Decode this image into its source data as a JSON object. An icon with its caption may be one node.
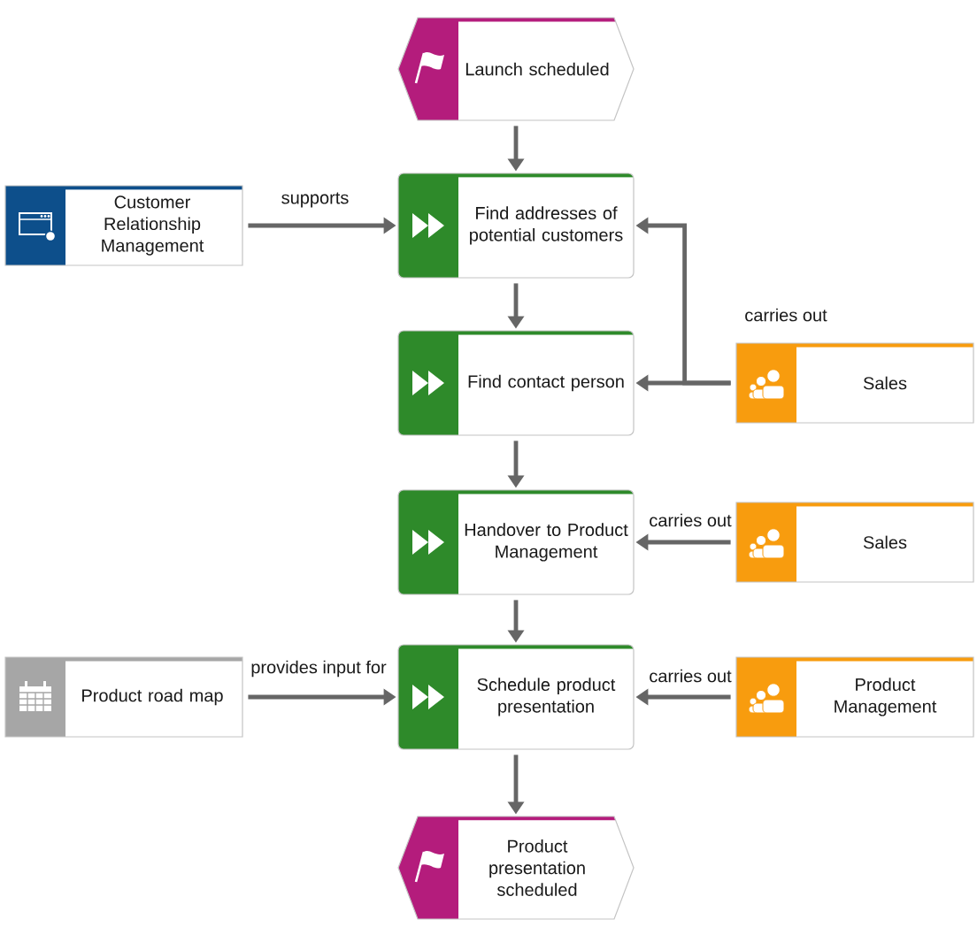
{
  "diagram": {
    "nodes": [
      {
        "text": [
          "Launch scheduled"
        ]
      },
      {
        "text": [
          "Customer Relationship Management"
        ]
      },
      {
        "text": [
          "Find addresses of potential customers"
        ]
      },
      {
        "text": [
          "Find contact person"
        ]
      },
      {
        "text": [
          "Sales"
        ]
      },
      {
        "text": [
          "Handover to Product Management"
        ]
      },
      {
        "text": [
          "Sales"
        ]
      },
      {
        "text": [
          "Product road map"
        ]
      },
      {
        "text": [
          "Schedule product presentation"
        ]
      },
      {
        "text": [
          "Product Management"
        ]
      },
      {
        "text": [
          "Product presentation scheduled"
        ]
      }
    ],
    "edges": [
      {
        "from": 0,
        "to": 2,
        "arrow": "to"
      },
      {
        "from": 1,
        "to": 2,
        "arrow": "to",
        "label": "supports"
      },
      {
        "from": 4,
        "to": 2,
        "arrow": "to",
        "label": "carries out"
      },
      {
        "from": 2,
        "to": 3,
        "arrow": "to"
      },
      {
        "from": 4,
        "to": 3,
        "arrow": "to"
      },
      {
        "from": 3,
        "to": 5,
        "arrow": "to"
      },
      {
        "from": 6,
        "to": 5,
        "arrow": "to",
        "label": "carries out"
      },
      {
        "from": 5,
        "to": 8,
        "arrow": "to"
      },
      {
        "from": 7,
        "to": 8,
        "arrow": "to",
        "label": "provides input for"
      },
      {
        "from": 9,
        "to": 8,
        "arrow": "to",
        "label": "carries out"
      },
      {
        "from": 8,
        "to": 10,
        "arrow": "to"
      }
    ]
  }
}
